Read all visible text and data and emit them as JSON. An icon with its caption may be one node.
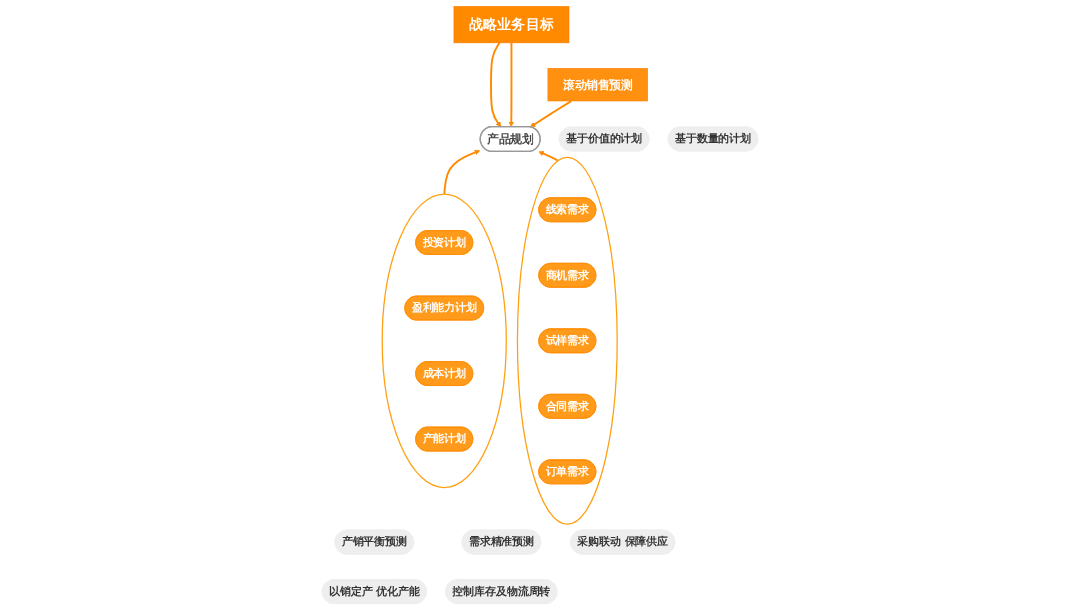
{
  "diagram": {
    "nodes": [
      {
        "text": [
          "战略业务目标"
        ]
      },
      {
        "text": [
          "产品规划"
        ]
      },
      {
        "text": [
          "基于价值的计划"
        ]
      },
      {
        "text": [
          "基于数量的计划"
        ]
      },
      {
        "text": [],
        "shape": "circle"
      },
      {
        "text": [
          "投资计划"
        ],
        "in": 4
      },
      {
        "text": [
          "盈利能力计划"
        ],
        "in": 4
      },
      {
        "text": [
          "成本计划"
        ],
        "in": 4
      },
      {
        "text": [
          "产能计划"
        ],
        "in": 4
      },
      {
        "text": [
          "滚动销售预测"
        ]
      },
      {
        "text": [],
        "shape": "circle"
      },
      {
        "text": [
          "线索需求"
        ],
        "in": 10
      },
      {
        "text": [
          "商机需求"
        ],
        "in": 10
      },
      {
        "text": [
          "试样需求"
        ],
        "in": 10
      },
      {
        "text": [
          "合同需求"
        ],
        "in": 10
      },
      {
        "text": [
          "订单需求"
        ],
        "in": 10
      },
      {
        "text": [
          "产销平衡预测"
        ]
      },
      {
        "text": [
          "需求精准预测"
        ]
      },
      {
        "text": [
          "以销定产 优化产能"
        ]
      },
      {
        "text": [
          "采购联动 保障供应"
        ]
      },
      {
        "text": [
          "控制库存及物流周转"
        ]
      }
    ],
    "edges": [
      {
        "from": 0,
        "to": 1,
        "arrow": "to"
      },
      {
        "from": 0,
        "to": 1,
        "arrow": "to"
      },
      {
        "from": 4,
        "to": 1,
        "arrow": "both"
      },
      {
        "from": 10,
        "to": 1,
        "arrow": "both"
      },
      {
        "from": 9,
        "to": 1,
        "arrow": "to"
      }
    ]
  }
}
